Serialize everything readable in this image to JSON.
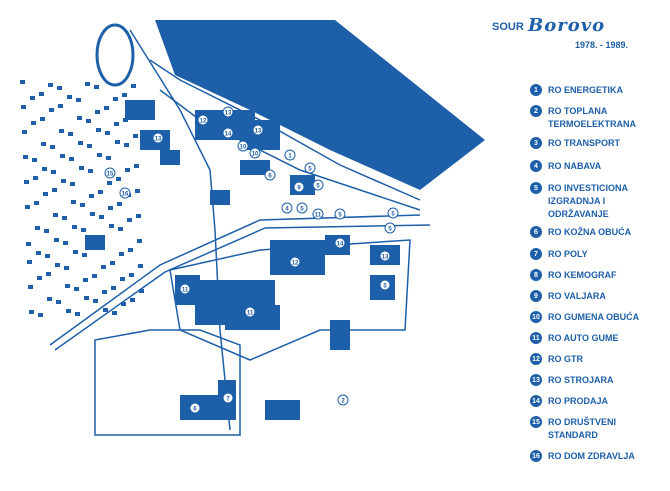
{
  "header": {
    "sour": "SOUR",
    "logo": "Borovo",
    "years": "1978. - 1989."
  },
  "colors": {
    "brand": "#1d5fa8"
  },
  "legend": [
    {
      "n": "1",
      "label": "RO ENERGETIKA"
    },
    {
      "n": "2",
      "label": "RO TOPLANA TERMOELEKTRANA"
    },
    {
      "n": "3",
      "label": "RO TRANSPORT"
    },
    {
      "n": "4",
      "label": "RO NABAVA"
    },
    {
      "n": "5",
      "label": "RO INVESTICIONA IZGRADNJA I ODRŽAVANJE"
    },
    {
      "n": "6",
      "label": "RO KOŽNA OBUĆA"
    },
    {
      "n": "7",
      "label": "RO POLY"
    },
    {
      "n": "8",
      "label": "RO KEMOGRAF"
    },
    {
      "n": "9",
      "label": "RO VALJARA"
    },
    {
      "n": "10",
      "label": "RO GUMENA OBUĆA"
    },
    {
      "n": "11",
      "label": "RO AUTO GUME"
    },
    {
      "n": "12",
      "label": "RO GTR"
    },
    {
      "n": "13",
      "label": "RO STROJARA"
    },
    {
      "n": "14",
      "label": "RO PRODAJA"
    },
    {
      "n": "15",
      "label": "RO DRUŠTVENI STANDARD"
    },
    {
      "n": "16",
      "label": "RO DOM ZDRAVLJA"
    }
  ],
  "map_markers": [
    "13",
    "12",
    "14",
    "13",
    "10",
    "1",
    "5",
    "6",
    "9",
    "5",
    "4",
    "5",
    "11",
    "5",
    "5",
    "5",
    "14",
    "13",
    "12",
    "5",
    "11",
    "11",
    "13",
    "10",
    "15",
    "16",
    "6",
    "7",
    "2"
  ]
}
